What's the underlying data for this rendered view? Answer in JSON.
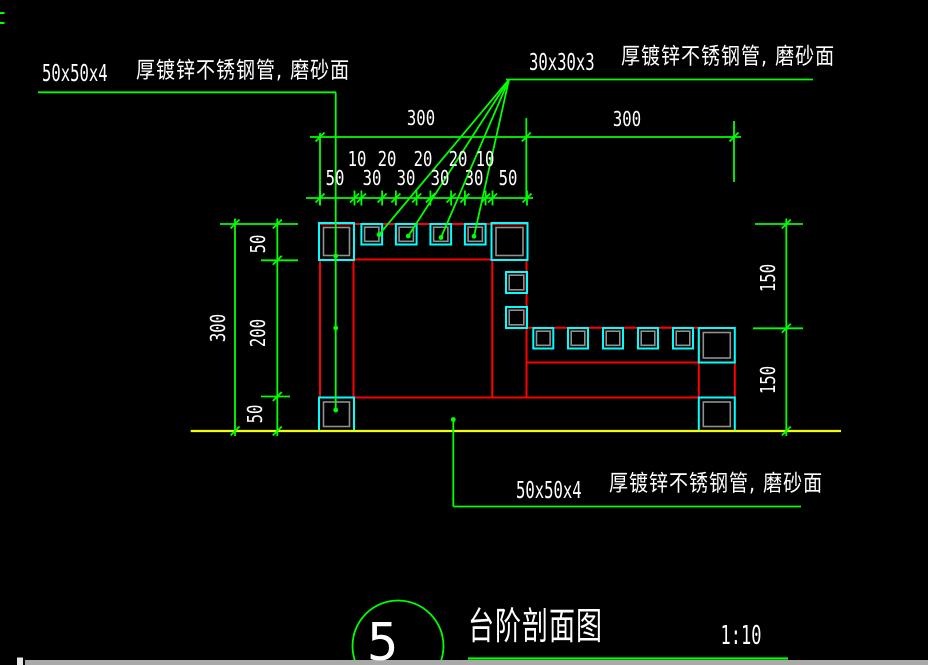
{
  "colors": {
    "background": "#000000",
    "dim_green": "#00ff00",
    "frame_red": "#ff0000",
    "tube_cyan": "#00ffff",
    "tube_gray": "#909090",
    "ground_yellow": "#f0ff00",
    "text_white": "#ffffff"
  },
  "annotations": {
    "top_left": {
      "size": "50x50x4",
      "desc": "厚镀锌不锈钢管, 磨砂面"
    },
    "top_right": {
      "size": "30x30x3",
      "desc": "厚镀锌不锈钢管, 磨砂面"
    },
    "bottom": {
      "size": "50x50x4",
      "desc": "厚镀锌不锈钢管, 磨砂面"
    }
  },
  "dimensions": {
    "top_left_span": "300",
    "top_right_span": "300",
    "detail_upper": [
      "10",
      "20",
      "20",
      "20",
      "10"
    ],
    "detail_lower": [
      "50",
      "30",
      "30",
      "30",
      "30",
      "50"
    ],
    "left_overall": "300",
    "left_segments": [
      "50",
      "200",
      "50"
    ],
    "right_segments": [
      "150",
      "150"
    ]
  },
  "titleblock": {
    "number": "5",
    "title": "台阶剖面图",
    "scale": "1:10"
  }
}
